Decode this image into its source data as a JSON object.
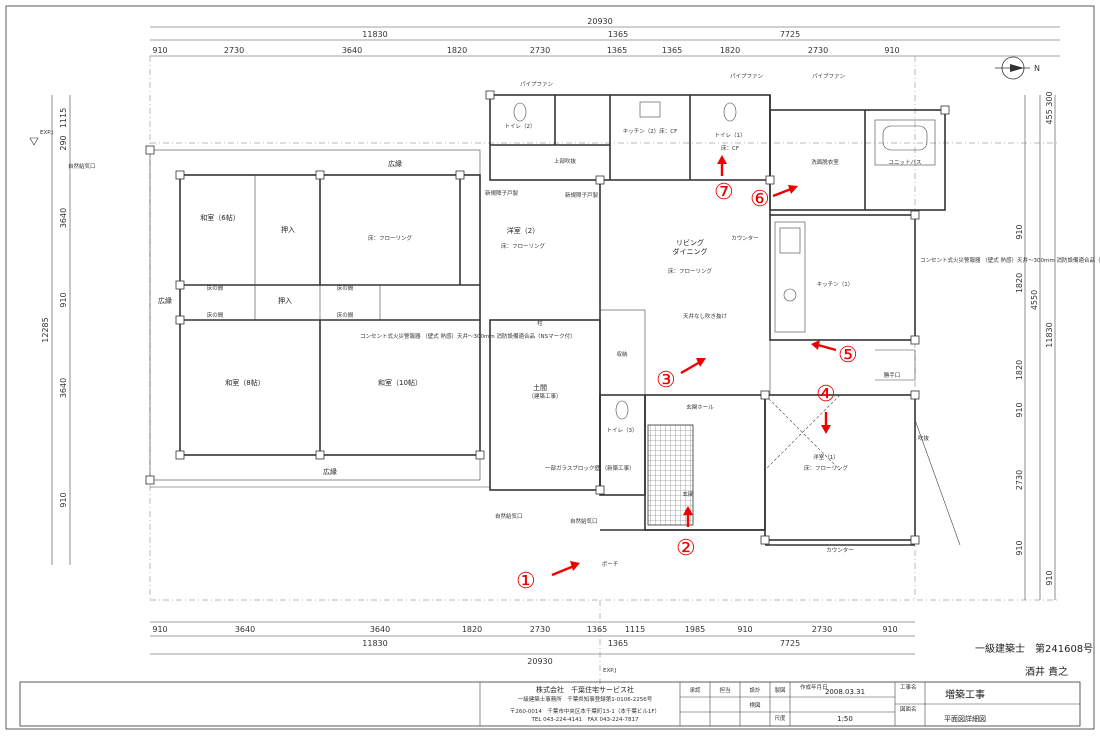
{
  "dims": {
    "overall": "20930",
    "top_row1": [
      "11830",
      "1365",
      "7725"
    ],
    "top_row2": [
      "910",
      "2730",
      "3640",
      "1820",
      "2730",
      "1365",
      "1365",
      "1820",
      "2730",
      "910"
    ],
    "bottom_row1": [
      "910",
      "3640",
      "3640",
      "1820",
      "2730",
      "1365",
      "1115",
      "1985",
      "910",
      "2730",
      "910"
    ],
    "bottom_row2": [
      "11830",
      "1365",
      "7725"
    ],
    "left": [
      "1115",
      "290",
      "3640",
      "910",
      "3640",
      "910",
      "12285"
    ],
    "right": [
      "455 300",
      "910",
      "1820",
      "4550",
      "1820",
      "910",
      "11830",
      "2730",
      "910",
      "910"
    ]
  },
  "exp_marks": [
    "EXP.J",
    "EXP.J"
  ],
  "north": "N",
  "rooms": {
    "hiroen_top": "広縁",
    "hiroen_bottom": "広縁",
    "hiroen_left": "広縁",
    "washitsu6": "和室（6帖）",
    "washitsu8": "和室（8帖）",
    "washitsu10": "和室（10帖）",
    "oshiire1": "押入",
    "oshiire2": "押入",
    "tokonoma1": "床の間",
    "tokonoma2": "床の間",
    "tokonoma3": "床の間",
    "tokonoma4": "床の間",
    "youshitsu2": "洋室（2）",
    "youshitsu1": "洋室（1）",
    "living": "リビング\nダイニング",
    "kitchen1": "キッチン（1）",
    "kitchen2": "キッチン（2）床：CF",
    "toilet1": "トイレ（1）",
    "toilet2": "トイレ（2）",
    "toilet3": "トイレ（3）",
    "senmen": "洗面脱衣室",
    "unitbath": "ユニットバス",
    "genkan_hall": "玄関ホール",
    "genkan": "玄関",
    "doma": "土間",
    "shuno": "収納",
    "katteguchi": "勝手口",
    "porch": "ポーチ",
    "counter": "カウンター",
    "joubu": "上部吹抜",
    "tenjo": "天井なし吹き抜け"
  },
  "notes": {
    "floor_flooring": "床：フローリング",
    "floor_cf": "床：CF",
    "pipefan1": "パイプファン",
    "pipefan2": "パイプファン",
    "pipefan3": "パイプファン",
    "kyuki1": "自然給気口",
    "kyuki2": "自然給気口",
    "kyuki3": "自然給気口",
    "consent": "コンセント式火災警報器\n（壁式 熱感）天井～300mm\n消防設備適合品（NSマーク付）",
    "glass_block": "一部ガラスブロック壁\n（新築工事）",
    "hashira": "柱",
    "fukinuke": "吹抜",
    "shoji1": "新規障子戸製",
    "shoji2": "新規障子戸製",
    "kenchiku": "（建築工事）"
  },
  "markers": [
    "①",
    "②",
    "③",
    "④",
    "⑤",
    "⑥",
    "⑦"
  ],
  "signature": {
    "license": "一級建築士　第241608号",
    "name": "酒井 貴之"
  },
  "title_block": {
    "company": "株式会社　千葉住宅サービス社",
    "office": "一級建築士事務所　千葉県知事登録第1-0106-2256号",
    "address": "〒260-0014　千葉市中央区本千葉町13-1（本千葉ビル1F）",
    "tel": "TEL 043-224-4141　FAX 043-224-7817",
    "col_labels": [
      "承認",
      "担当",
      "設計",
      "製図",
      "検図",
      "尺度"
    ],
    "date_label": "作成年月日",
    "date": "2008.03.31",
    "scale": "1:50",
    "project_label": "工事名",
    "project": "増築工事",
    "drawing_label": "図面名",
    "drawing": "平面図詳細図"
  }
}
